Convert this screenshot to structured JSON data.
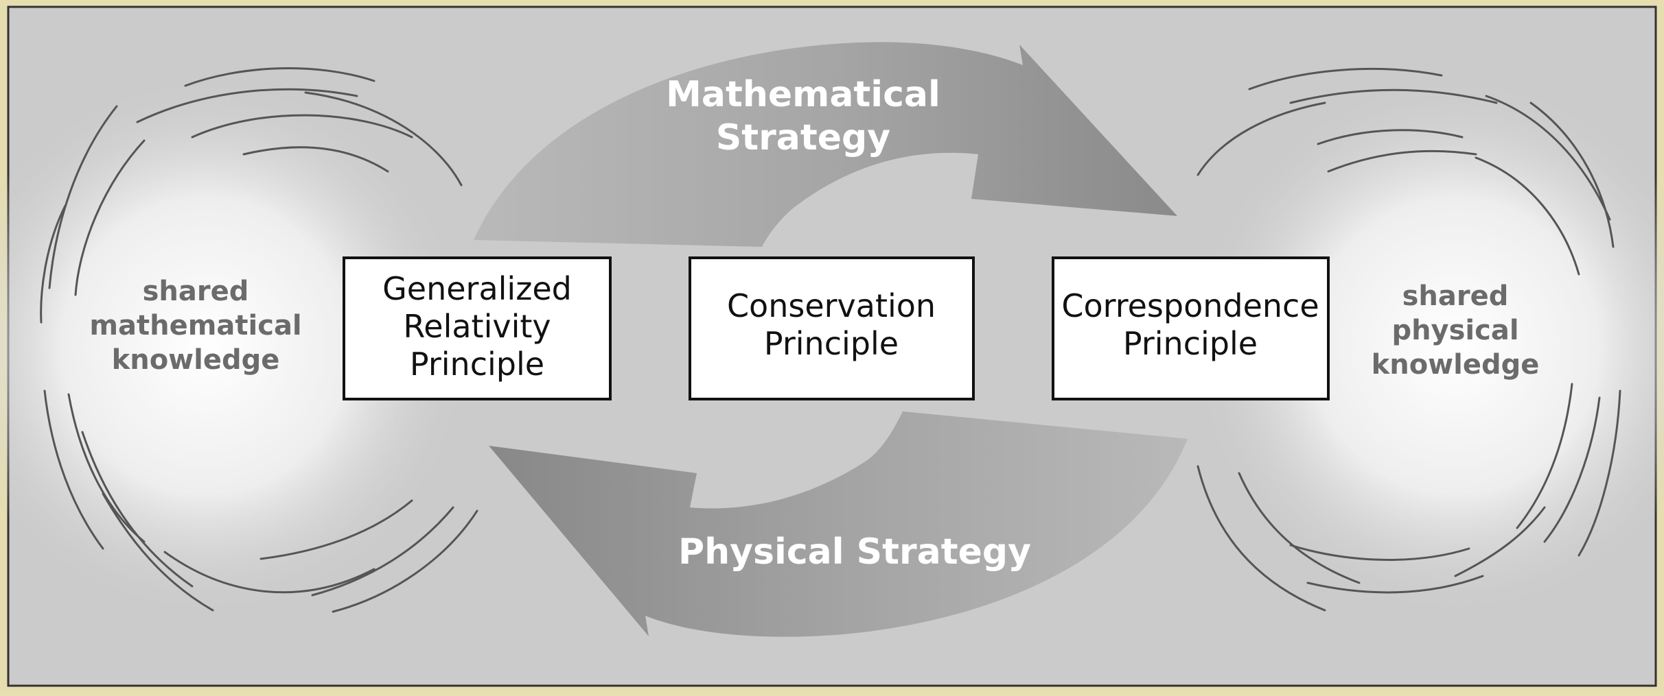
{
  "strategies": {
    "top": [
      "Mathematical",
      "Strategy"
    ],
    "bottom": "Physical Strategy"
  },
  "principles": {
    "left": [
      "Generalized",
      "Relativity",
      "Principle"
    ],
    "center": [
      "Conservation",
      "Principle"
    ],
    "right": [
      "Correspondence",
      "Principle"
    ]
  },
  "knowledge": {
    "left": [
      "shared",
      "mathematical",
      "knowledge"
    ],
    "right": [
      "shared",
      "physical",
      "knowledge"
    ]
  }
}
